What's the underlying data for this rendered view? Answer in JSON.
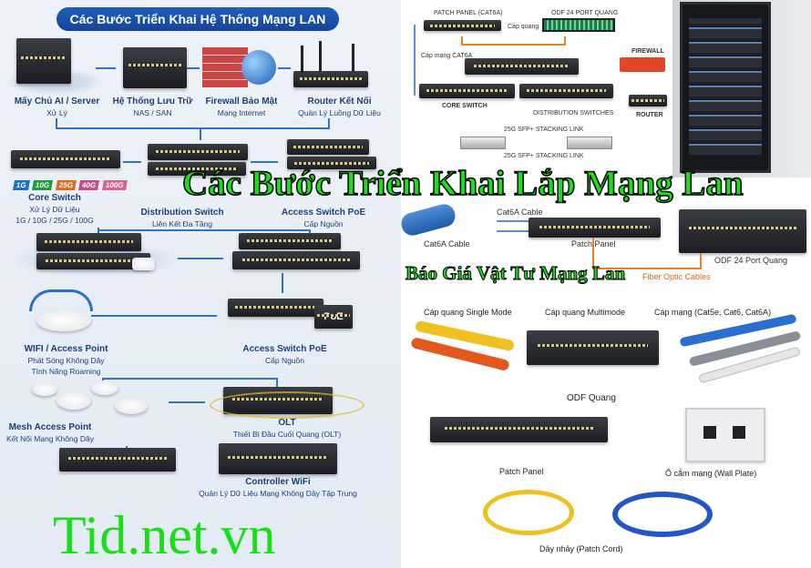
{
  "left_panel": {
    "banner": "Các Bước Triển Khai Hệ Thống Mạng LAN",
    "items": [
      {
        "title": "Mấy Chủ AI / Server",
        "sub": "Xử Lý"
      },
      {
        "title": "Hệ Thống Lưu Trữ",
        "sub": "NAS / SAN"
      },
      {
        "title": "Firewall Bảo Mật",
        "sub": "Mạng Internet"
      },
      {
        "title": "Router Kết Nối",
        "sub": "Quản Lý Luồng Dữ Liệu"
      },
      {
        "title": "Core Switch",
        "sub": "Xử Lý Dữ Liệu",
        "sub2": "1G / 10G / 25G / 100G"
      },
      {
        "title": "Distribution Switch",
        "sub": "Liên Kết Đa Tầng"
      },
      {
        "title": "Access Switch PoE",
        "sub": "Cấp Nguồn"
      },
      {
        "title": "WIFI / Access Point",
        "sub": "Phát Sóng Không Dây",
        "sub2": "Tính Năng Roaming"
      },
      {
        "title": "Access Switch PoE",
        "sub": "Cấp Nguồn"
      },
      {
        "title": "Mesh Access Point",
        "sub": "Kết Nối Mạng Không Dây"
      },
      {
        "title": "OLT",
        "sub": "Thiết Bị Đầu Cuối Quang (OLT)"
      },
      {
        "title": "Controller WiFi",
        "sub": "Quản Lý Dữ Liệu Mạng Không Dây Tập Trung"
      }
    ],
    "speed_tags": [
      {
        "label": "1G",
        "color": "#1f6fc4"
      },
      {
        "label": "10G",
        "color": "#1f9a3c"
      },
      {
        "label": "25G",
        "color": "#e06a1f"
      },
      {
        "label": "40G",
        "color": "#c44a8a"
      },
      {
        "label": "100G",
        "color": "#d9628f"
      }
    ],
    "poe_badge": "PoE"
  },
  "top_diagram": {
    "patch_panel": "PATCH PANEL (CAT6A)",
    "odf": "ODF 24 PORT QUANG",
    "fiber_label": "Cáp quang",
    "cat6a_label": "Cáp mạng CAT6A",
    "firewall": "FIREWALL",
    "core_switch": "CORE SWITCH",
    "distribution": "DISTRIBUTION SWITCHES",
    "router": "ROUTER",
    "stacking1": "25G SFP+ STACKING LINK",
    "stacking2": "25G SFP+ STACKING LINK"
  },
  "middle_diagram": {
    "cable_top": "Cat6A Cable",
    "cable": "Cat6A Cable",
    "patch_panel": "Patch Panel",
    "odf": "ODF 24 Port Quang",
    "fiber": "Fiber Optic Cables"
  },
  "bottom_diagram": {
    "single_mode": "Cáp quang Single Mode",
    "multimode": "Cáp quang Multimode",
    "copper": "Cáp mạng (Cat5e, Cat6, Cat6A)",
    "odf": "ODF Quang",
    "patch_panel": "Patch Panel",
    "wall_plate": "Ổ cắm mạng (Wall Plate)",
    "patch_cord": "Dây nhảy (Patch Cord)"
  },
  "overlay": {
    "title": "Các Bước Triển Khai Lắp Mạng Lan",
    "subtitle": "Báo Giá Vật Tư Mạng Lan",
    "watermark": "Tid.net.vn"
  },
  "colors": {
    "overlay_green": "#18e018",
    "banner_blue": "#1a52a8",
    "fiber_orange": "#e8832a"
  }
}
